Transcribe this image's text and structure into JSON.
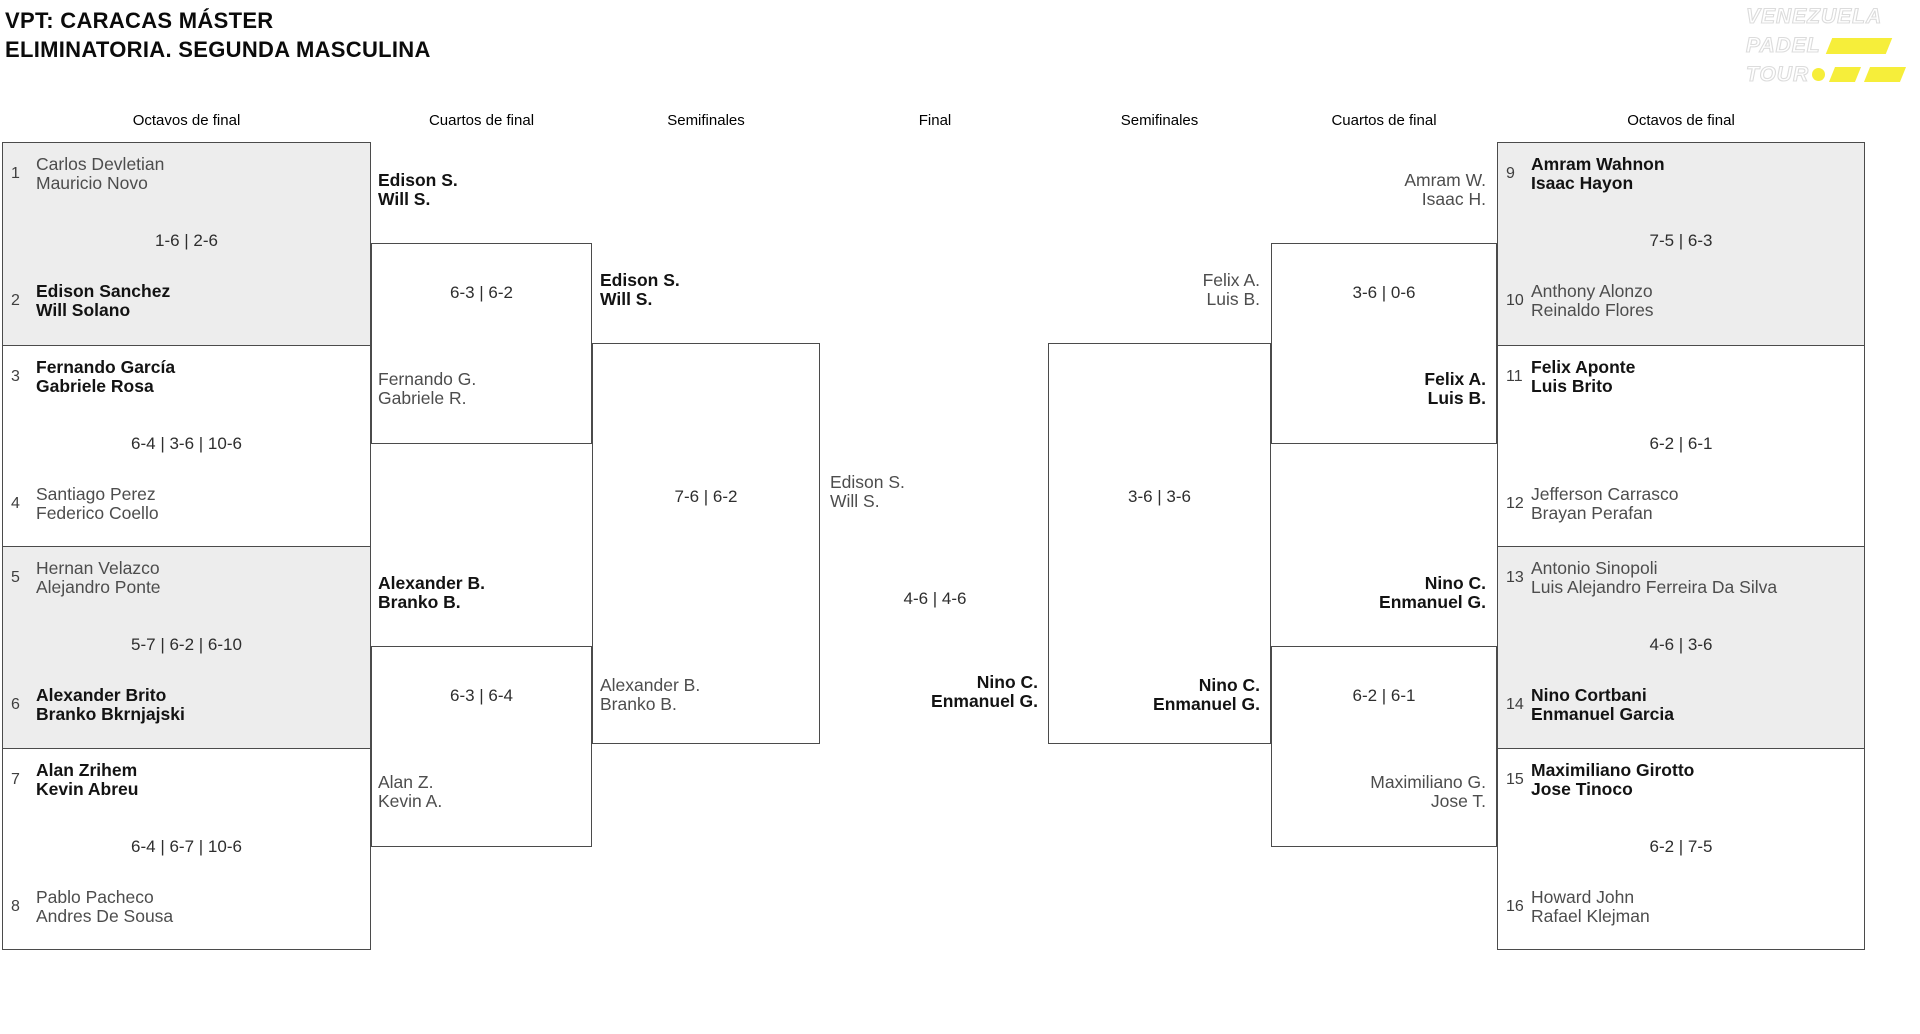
{
  "header": {
    "title_line1": "VPT: CARACAS MÁSTER",
    "title_line2": "ELIMINATORIA. SEGUNDA MASCULINA"
  },
  "logo": {
    "line1": "VENEZUELA",
    "line2": "PADEL",
    "line3": "TOUR",
    "accent_color": "#F6EE3A"
  },
  "round_headers": {
    "octavos_left": "Octavos de final",
    "cuartos_left": "Cuartos de final",
    "semis_left": "Semifinales",
    "final": "Final",
    "semis_right": "Semifinales",
    "cuartos_right": "Cuartos de final",
    "octavos_right": "Octavos de final"
  },
  "octavos": [
    {
      "seed_top": "1",
      "top": [
        "Carlos Devletian",
        "Mauricio Novo"
      ],
      "score": "1-6 | 2-6",
      "seed_bottom": "2",
      "bottom": [
        "Edison Sanchez",
        "Will Solano"
      ],
      "winner": "bottom"
    },
    {
      "seed_top": "3",
      "top": [
        "Fernando García",
        "Gabriele Rosa"
      ],
      "score": "6-4 | 3-6 | 10-6",
      "seed_bottom": "4",
      "bottom": [
        "Santiago Perez",
        "Federico Coello"
      ],
      "winner": "top"
    },
    {
      "seed_top": "5",
      "top": [
        "Hernan Velazco",
        "Alejandro Ponte"
      ],
      "score": "5-7 | 6-2 | 6-10",
      "seed_bottom": "6",
      "bottom": [
        "Alexander Brito",
        "Branko Bkrnjajski"
      ],
      "winner": "bottom"
    },
    {
      "seed_top": "7",
      "top": [
        "Alan Zrihem",
        "Kevin Abreu"
      ],
      "score": "6-4 | 6-7 | 10-6",
      "seed_bottom": "8",
      "bottom": [
        "Pablo Pacheco",
        "Andres De Sousa"
      ],
      "winner": "top"
    },
    {
      "seed_top": "9",
      "top": [
        "Amram Wahnon",
        "Isaac Hayon"
      ],
      "score": "7-5 | 6-3",
      "seed_bottom": "10",
      "bottom": [
        "Anthony Alonzo",
        "Reinaldo Flores"
      ],
      "winner": "top"
    },
    {
      "seed_top": "11",
      "top": [
        "Felix Aponte",
        "Luis Brito"
      ],
      "score": "6-2 | 6-1",
      "seed_bottom": "12",
      "bottom": [
        "Jefferson Carrasco",
        "Brayan Perafan"
      ],
      "winner": "top"
    },
    {
      "seed_top": "13",
      "top": [
        "Antonio Sinopoli",
        "Luis Alejandro Ferreira Da Silva"
      ],
      "score": "4-6 | 3-6",
      "seed_bottom": "14",
      "bottom": [
        "Nino Cortbani",
        "Enmanuel Garcia"
      ],
      "winner": "bottom"
    },
    {
      "seed_top": "15",
      "top": [
        "Maximiliano Girotto",
        "Jose Tinoco"
      ],
      "score": "6-2 | 7-5",
      "seed_bottom": "16",
      "bottom": [
        "Howard John",
        "Rafael Klejman"
      ],
      "winner": "top"
    }
  ],
  "cuartos": [
    {
      "top": [
        "Edison S.",
        "Will S."
      ],
      "score": "6-3 | 6-2",
      "bottom": [
        "Fernando G.",
        "Gabriele R."
      ],
      "winner": "top"
    },
    {
      "top": [
        "Alexander B.",
        "Branko B."
      ],
      "score": "6-3 | 6-4",
      "bottom": [
        "Alan Z.",
        "Kevin A."
      ],
      "winner": "top"
    },
    {
      "top": [
        "Amram W.",
        "Isaac H."
      ],
      "score": "3-6 | 0-6",
      "bottom": [
        "Felix A.",
        "Luis B."
      ],
      "winner": "bottom"
    },
    {
      "top": [
        "Nino C.",
        "Enmanuel G."
      ],
      "score": "6-2 | 6-1",
      "bottom": [
        "Maximiliano G.",
        "Jose T."
      ],
      "winner": "top"
    }
  ],
  "semifinales": [
    {
      "top": [
        "Edison S.",
        "Will S."
      ],
      "score": "7-6 | 6-2",
      "bottom": [
        "Alexander B.",
        "Branko B."
      ],
      "winner": "top"
    },
    {
      "top": [
        "Felix A.",
        "Luis B."
      ],
      "score": "3-6 | 3-6",
      "bottom": [
        "Nino C.",
        "Enmanuel G."
      ],
      "winner": "bottom"
    }
  ],
  "final": {
    "left": [
      "Edison S.",
      "Will S."
    ],
    "score": "4-6 | 4-6",
    "right": [
      "Nino C.",
      "Enmanuel G."
    ],
    "winner": "right"
  }
}
